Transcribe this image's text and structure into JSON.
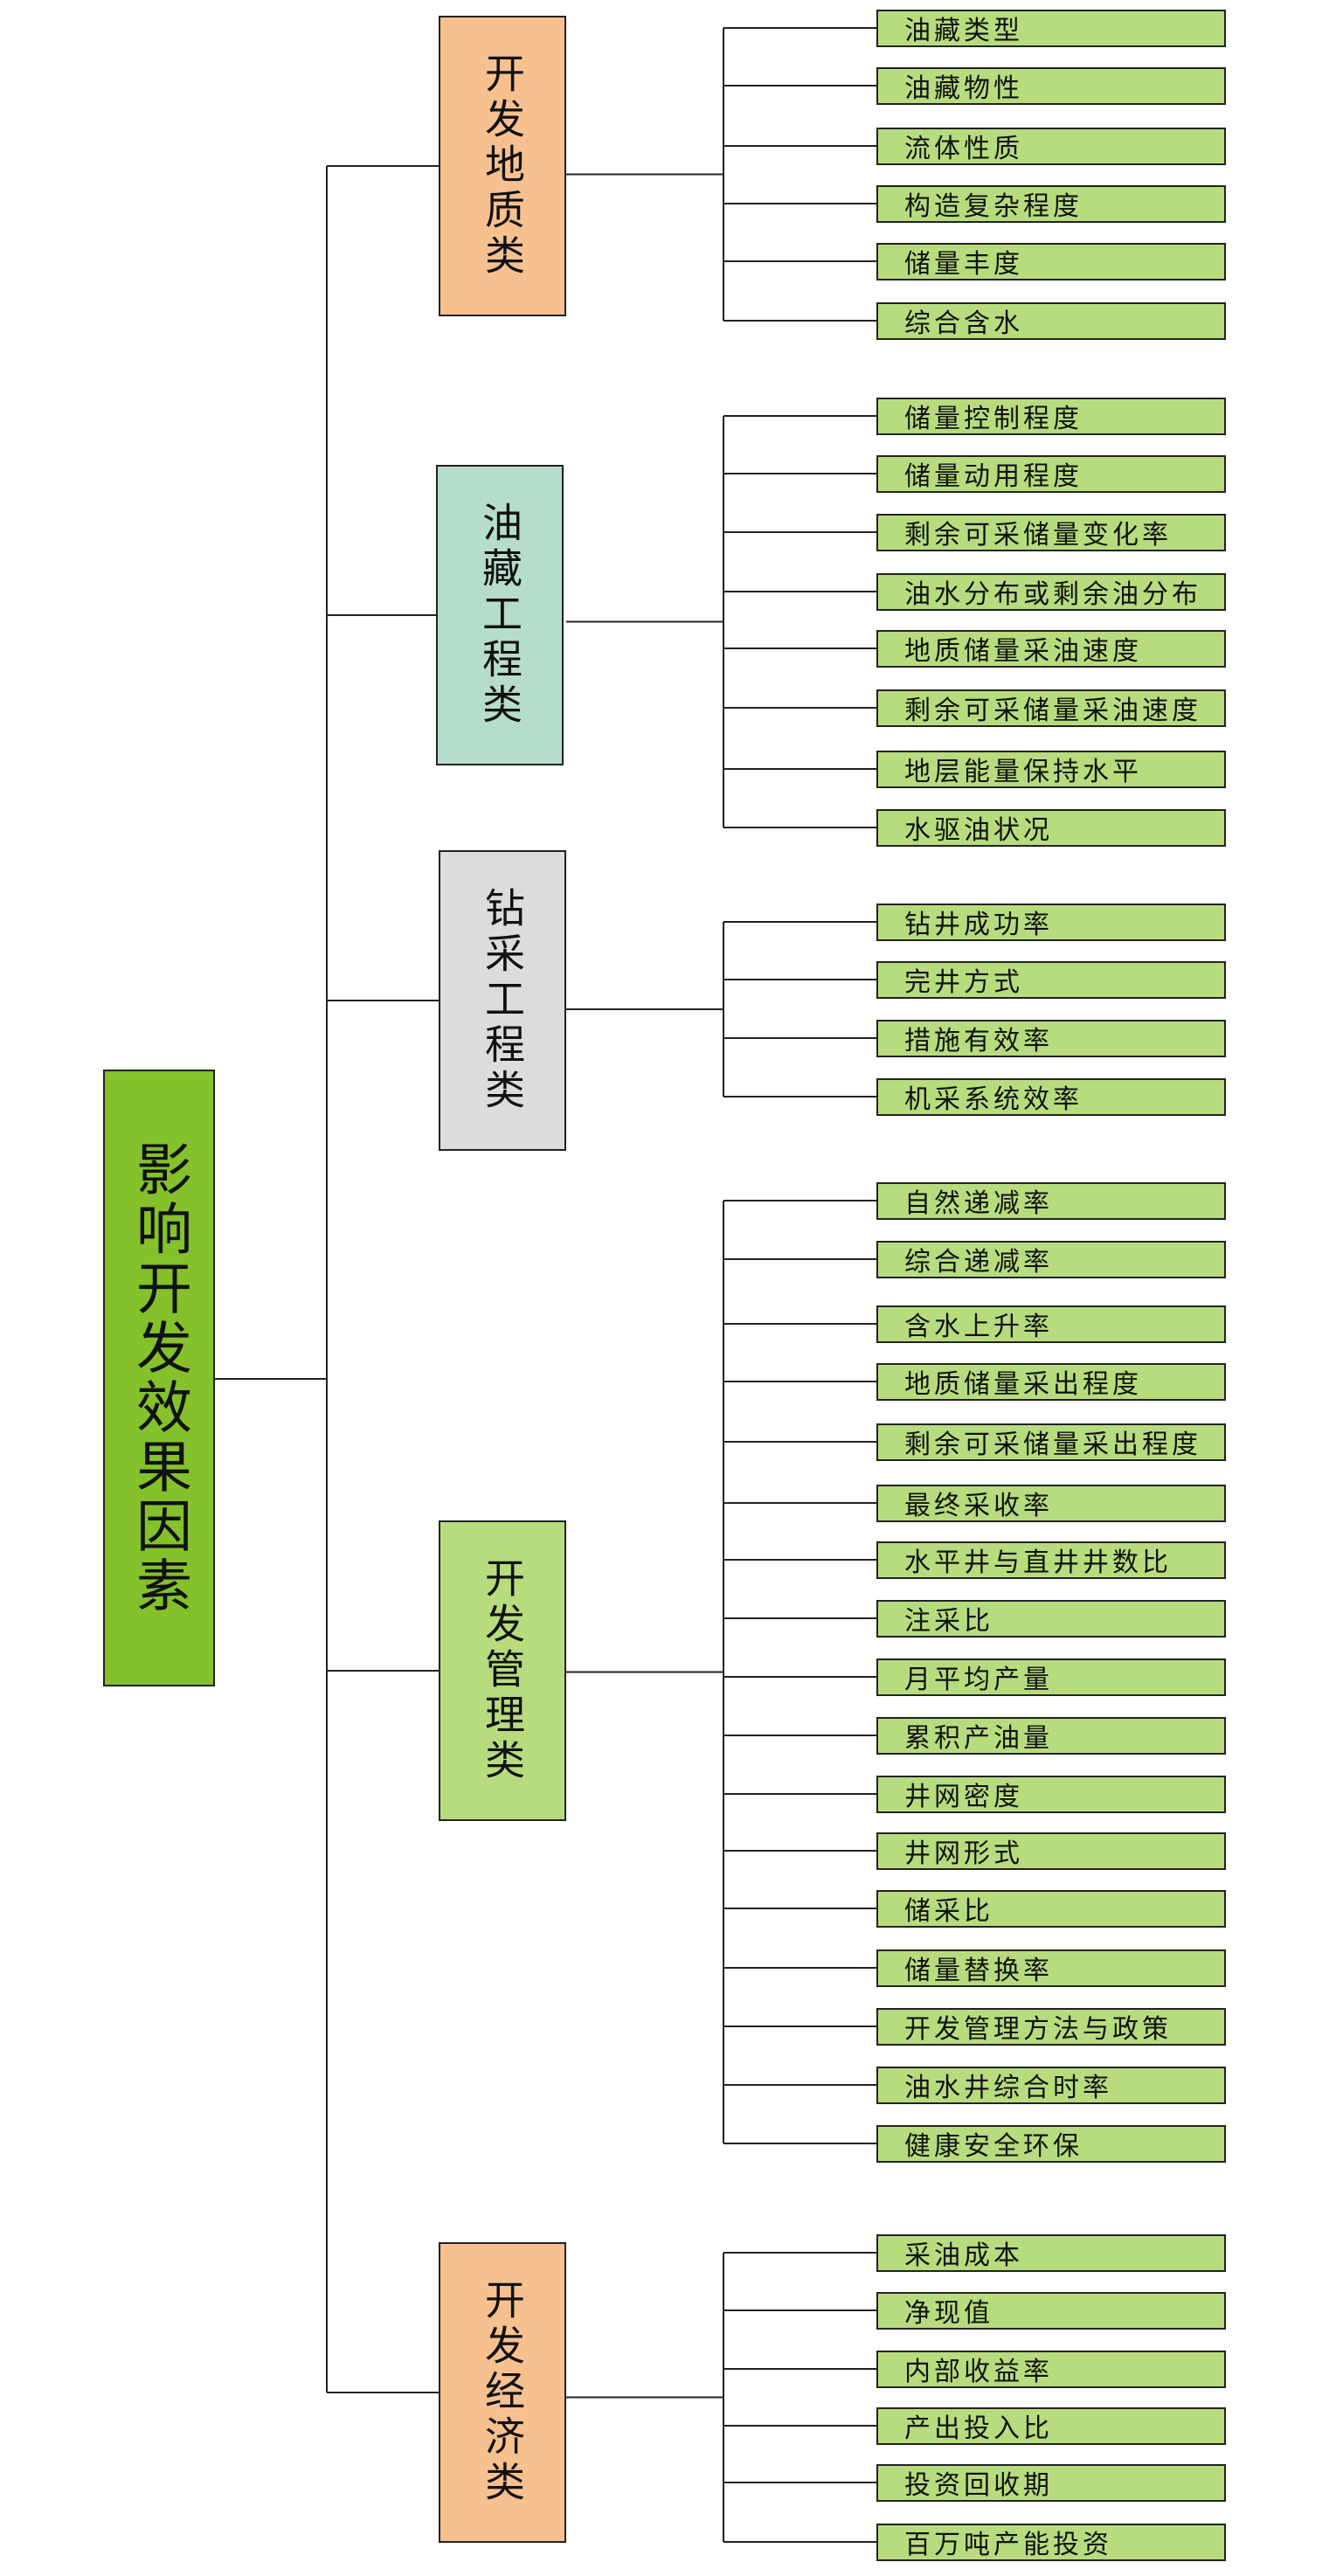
{
  "colors": {
    "root_fill": "#84c12a",
    "leaf_fill": "#b7dc7e",
    "line": "#222222"
  },
  "root": {
    "label": "影响开发效果因素"
  },
  "categories": [
    {
      "label": "开发地质类",
      "fill": "#f6c18f",
      "items": [
        "油藏类型",
        "油藏物性",
        "流体性质",
        "构造复杂程度",
        "储量丰度",
        "综合含水"
      ]
    },
    {
      "label": "油藏工程类",
      "fill": "#b6ddc9",
      "items": [
        "储量控制程度",
        "储量动用程度",
        "剩余可采储量变化率",
        "油水分布或剩余油分布",
        "地质储量采油速度",
        "剩余可采储量采油速度",
        "地层能量保持水平",
        "水驱油状况"
      ]
    },
    {
      "label": "钻采工程类",
      "fill": "#dcdcdc",
      "items": [
        "钻井成功率",
        "完井方式",
        "措施有效率",
        "机采系统效率"
      ]
    },
    {
      "label": "开发管理类",
      "fill": "#b7dc7e",
      "items": [
        "自然递减率",
        "综合递减率",
        "含水上升率",
        "地质储量采出程度",
        "剩余可采储量采出程度",
        "最终采收率",
        "水平井与直井井数比",
        "注采比",
        "月平均产量",
        "累积产油量",
        "井网密度",
        "井网形式",
        "储采比",
        "储量替换率",
        "开发管理方法与政策",
        "油水井综合时率",
        "健康安全环保"
      ]
    },
    {
      "label": "开发经济类",
      "fill": "#f6c18f",
      "items": [
        "采油成本",
        "净现值",
        "内部收益率",
        "产出投入比",
        "投资回收期",
        "百万吨产能投资"
      ]
    }
  ]
}
